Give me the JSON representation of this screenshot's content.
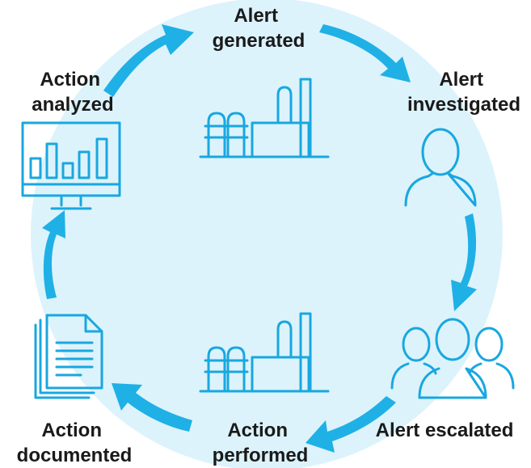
{
  "steps": {
    "generated": {
      "line1": "Alert",
      "line2": "generated"
    },
    "investigated": {
      "line1": "Alert",
      "line2": "investigated"
    },
    "escalated": {
      "line1": "Alert escalated"
    },
    "performed": {
      "line1": "Action",
      "line2": "performed"
    },
    "documented": {
      "line1": "Action",
      "line2": "documented"
    },
    "analyzed": {
      "line1": "Action",
      "line2": "analyzed"
    }
  },
  "icons": [
    "factory-icon",
    "user-icon",
    "user-group-icon",
    "factory-icon",
    "documents-icon",
    "monitor-chart-icon"
  ],
  "colors": {
    "circle": "#dcf3fc",
    "accent": "#1fb0e6",
    "icon": "#19a7e0",
    "text": "#1a1a1a"
  }
}
